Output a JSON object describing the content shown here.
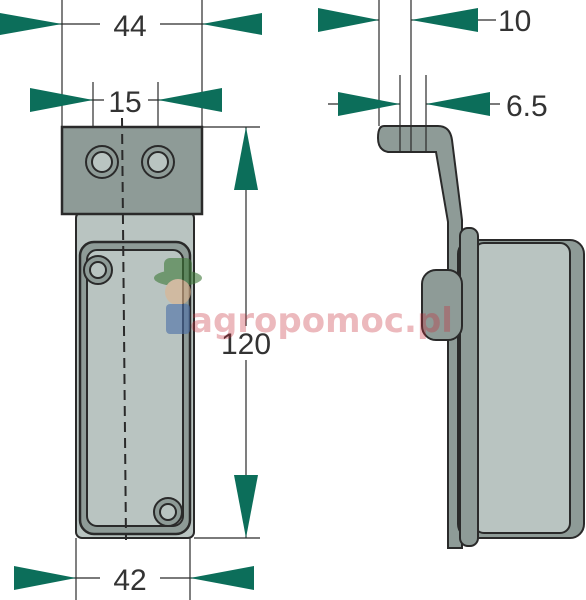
{
  "dimensions": {
    "width_total": "44",
    "hole_spacing": "15",
    "height": "120",
    "width_bottom": "42",
    "side_width": "10",
    "side_thickness": "6.5"
  },
  "watermark": {
    "text": "agropomoc.pl"
  },
  "colors": {
    "arrow": "#0c6e5a",
    "part_fill": "#8e9b97",
    "part_light": "#b9c4c1",
    "outline": "#2a2a2a",
    "watermark": "#c72d3a"
  }
}
